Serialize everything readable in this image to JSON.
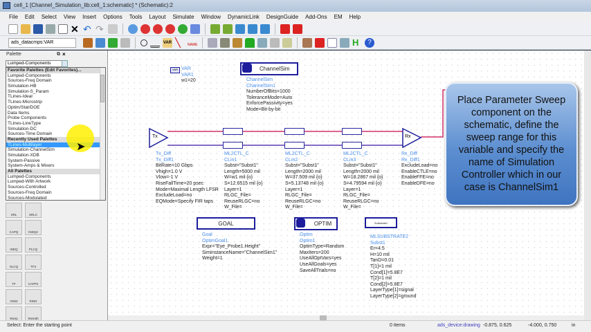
{
  "window": {
    "title": "cell_1 [Channel_Simulation_lib:cell_1:schematic] * (Schematic):2"
  },
  "menu": [
    "File",
    "Edit",
    "Select",
    "View",
    "Insert",
    "Options",
    "Tools",
    "Layout",
    "Simulate",
    "Window",
    "DynamicLink",
    "DesignGuide",
    "Add-Ons",
    "EM",
    "Help"
  ],
  "toolbar": {
    "library_combo": "ads_datacmps:VAR",
    "var_label": "VAR",
    "name_label": "NAME"
  },
  "palette": {
    "title": "Palette",
    "selected": "Lumped-Components",
    "items": [
      {
        "t": "Favorite Palettes (Edit Favorites)...",
        "k": "hd"
      },
      {
        "t": "Lumped-Components"
      },
      {
        "t": "Sources-Freq Domain"
      },
      {
        "t": "Simulation-HB"
      },
      {
        "t": "Simulation-S_Param"
      },
      {
        "t": "TLines-Ideal"
      },
      {
        "t": "TLines-Microstrip"
      },
      {
        "t": "Optim/Stat/DOE"
      },
      {
        "t": "Data Items"
      },
      {
        "t": "Probe Components"
      },
      {
        "t": "TLines-LineType"
      },
      {
        "t": "Simulation-DC"
      },
      {
        "t": "Sources-Time Domain"
      },
      {
        "t": "Recently Used Palettes",
        "k": "hd"
      },
      {
        "t": "TLines-Multilayer",
        "k": "sel"
      },
      {
        "t": "Simulation-ChannelSim"
      },
      {
        "t": "Simulation-XDB"
      },
      {
        "t": "System-Passive"
      },
      {
        "t": "System-Amps & Mixers"
      },
      {
        "t": "All Palettes",
        "k": "hd"
      },
      {
        "t": "Lumped-Components"
      },
      {
        "t": "Lumped-With Artwork"
      },
      {
        "t": "Sources-Controlled"
      },
      {
        "t": "Sources-Freq Domain"
      },
      {
        "t": "Sources-Modulated"
      }
    ],
    "buttons": [
      "SRL",
      "SRLC",
      "CAPQ",
      "INDQ2",
      "INDQ",
      "PLCQ",
      "SLCQ",
      "TF3",
      "TF",
      "CAPP2",
      "GIND",
      "RIND",
      "Wwrp",
      "Wwrath"
    ]
  },
  "schematic": {
    "var": {
      "icon_label": "VAR",
      "lines": [
        "VAR",
        "VAR1",
        "w1=20"
      ]
    },
    "channelsim": {
      "label": "ChannelSim",
      "lines": [
        "ChannelSim",
        "ChannelSim1",
        "NumberOfBits=1000",
        "ToleranceMode=Auto",
        "EnforcePassivity=yes",
        "Mode=Bit-by-bit"
      ]
    },
    "tx": {
      "symbol": "Tx",
      "lines": [
        "Tx_Diff",
        "Tx_Diff1",
        "BitRate=10 Gbps",
        "Vhigh=1.0 V",
        "Vlow=-1 V",
        "RiseFallTime=20 psec",
        "Mode=Maximal Length LFSR",
        "ExcludeLoad=no",
        "EQMode=Specify FIR taps"
      ]
    },
    "clin1": {
      "lines": [
        "ML2CTL_C",
        "CLin1",
        "Subst=\"Subst1\"",
        "Length=5000 mil",
        "W=w1 mil {o}",
        "S=12.6515 mil {o}",
        "Layer=1",
        "RLGC_File=",
        "ReuseRLGC=no",
        "W_File="
      ]
    },
    "clin2": {
      "lines": [
        "ML2CTL_C",
        "CLin2",
        "Subst=\"Subst1\"",
        "Length=2000 mil",
        "W=37.509 mil {o}",
        "S=5.13748 mil {o}",
        "Layer=1",
        "RLGC_File=",
        "ReuseRLGC=no",
        "W_File="
      ]
    },
    "clin3": {
      "lines": [
        "ML2CTL_C",
        "CLin3",
        "Subst=\"Subst1\"",
        "Length=2000 mil",
        "W=18.2867 mil {o}",
        "S=4.79594 mil {o}",
        "Layer=1",
        "RLGC_File=",
        "ReuseRLGC=no",
        "W_File="
      ]
    },
    "rx": {
      "symbol": "Rx",
      "lines": [
        "Rx_Diff",
        "Rx_Diff1",
        "ExcludeLoad=no",
        "EnableCTLE=no",
        "EnableFFE=no",
        "EnableDFE=no"
      ]
    },
    "goal": {
      "label": "GOAL",
      "lines": [
        "Goal",
        "OptimGoal1",
        "Expr=\"Eye_Probe1.Height\"",
        "SimInstanceName=\"ChannelSim1\"",
        "Weight=1"
      ]
    },
    "optim": {
      "label": "OPTIM",
      "lines": [
        "Optim",
        "Optim1",
        "OptimType=Random",
        "MaxIters=200",
        "UseAllOptVars=yes",
        "UseAllGoals=yes",
        "SaveAllTrials=no"
      ]
    },
    "substrate": {
      "label": "Substrate1",
      "lines": [
        "MLSUBSTRATE2",
        "Subst1",
        "Er=4.5",
        "H=10 mil",
        "TanD=0.01",
        "T[1]=1 mil",
        "Cond[1]=5.8E7",
        "T[2]=1 mil",
        "Cond[2]=5.8E7",
        "LayerType[1]=signal",
        "LayerType[2]=ground"
      ]
    }
  },
  "callout": "Place Parameter Sweep component on the schematic, define the sweep range for this variable and specify the name of Simulation Controller which in our case is ChannelSim1",
  "status": {
    "prompt": "Select: Enter the starting point",
    "items": "0 items",
    "layer": "ads_device:drawing",
    "coord1": "-0.875, 0.625",
    "coord2": "-4.000, 0.750",
    "units": "in"
  },
  "colors": {
    "wire_top": "#d0306a",
    "wire_bottom": "#5a3ab0",
    "component": "#1c1c9c",
    "label_blue": "#4a8ee8"
  }
}
